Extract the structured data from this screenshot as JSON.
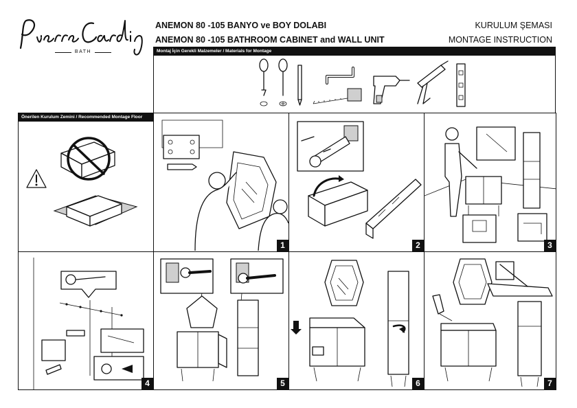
{
  "brand": {
    "logo_text": "Pierre Cardin",
    "logo_sub": "BATH"
  },
  "header": {
    "title_tr": "ANEMON  80 -105 BANYO ve BOY DOLABI",
    "title_en": "ANEMON  80 -105 BATHROOM CABINET and WALL UNIT",
    "kurulum": "KURULUM ŞEMASI",
    "montage": "MONTAGE INSTRUCTION"
  },
  "materials": {
    "label": "Montaj İçin Gerekli Malzemeler / Materials for Montage",
    "tools": [
      "screwdriver-flat",
      "screwdriver-phillips",
      "pencil",
      "allen-key",
      "tape-measure",
      "drill",
      "silicone-gun",
      "spirit-level"
    ]
  },
  "floor": {
    "label": "Önerilen Kurulum Zemini / Recommended Montage Floor"
  },
  "steps": [
    {
      "number": "1"
    },
    {
      "number": "2"
    },
    {
      "number": "3"
    },
    {
      "number": "4"
    },
    {
      "number": "5"
    },
    {
      "number": "6"
    },
    {
      "number": "7"
    }
  ]
}
